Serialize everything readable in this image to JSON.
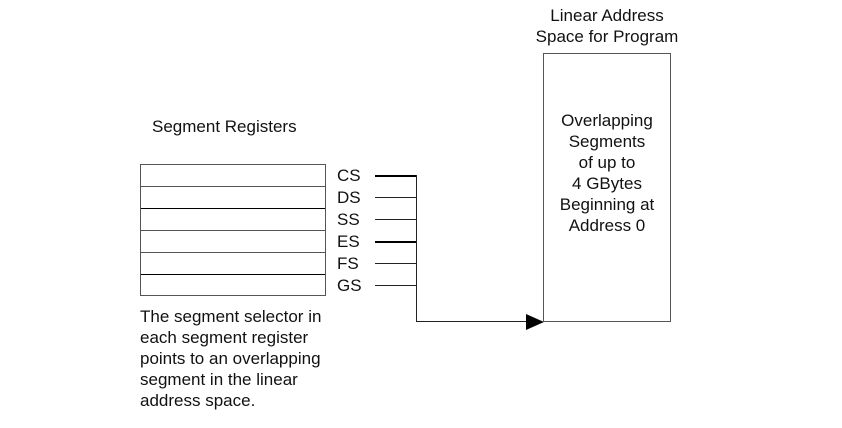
{
  "diagram": {
    "segment_registers": {
      "heading": "Segment Registers",
      "rows": [
        "",
        "",
        "",
        "",
        "",
        ""
      ],
      "labels": [
        "CS",
        "DS",
        "SS",
        "ES",
        "FS",
        "GS"
      ]
    },
    "linear_space": {
      "title_lines": [
        "Linear Address",
        "Space for Program"
      ],
      "body_lines": [
        "Overlapping",
        "Segments",
        "of up to",
        "4 GBytes",
        "Beginning at",
        "Address 0"
      ]
    },
    "caption": {
      "lines": [
        "The segment selector in",
        "each segment register",
        "points to an overlapping",
        "segment in the linear",
        "address space."
      ]
    },
    "colors": {
      "background": "#ffffff",
      "text": "#111111",
      "line": "#222222",
      "box_border": "#555555",
      "arrow": "#000000"
    }
  }
}
